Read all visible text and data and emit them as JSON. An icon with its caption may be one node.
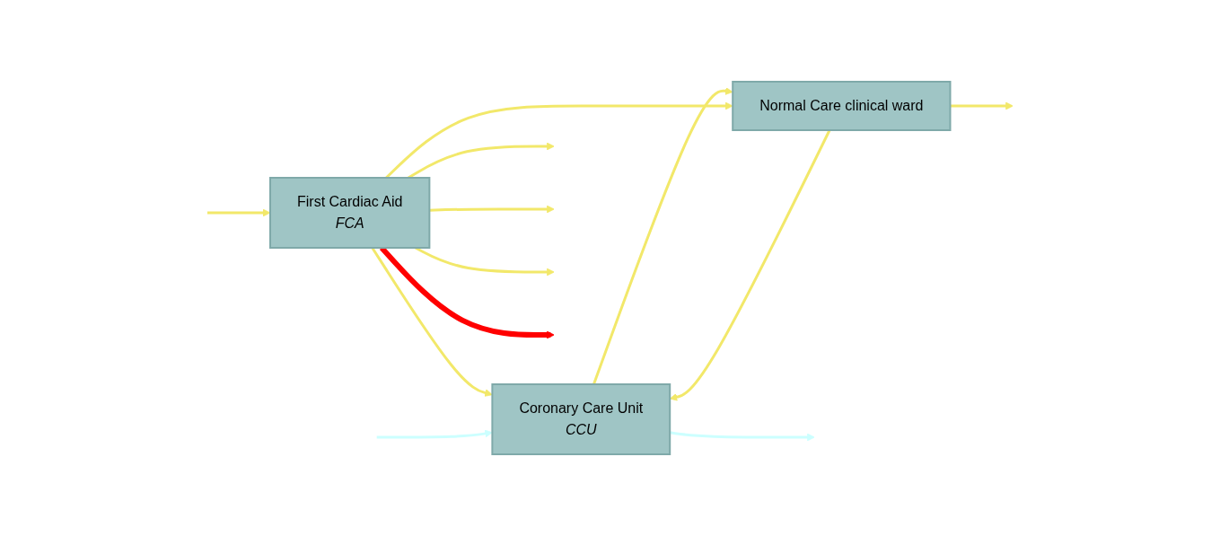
{
  "diagram": {
    "nodes": [
      {
        "text": [
          "First Cardiac Aid",
          "FCA"
        ]
      },
      {
        "text": [
          "Coronary Care Unit",
          "CCU"
        ]
      },
      {
        "text": [
          "Normal Care clinical ward"
        ]
      }
    ],
    "edges": [
      {
        "from": null,
        "to": 0,
        "arrow": "to"
      },
      {
        "from": 0,
        "to": 1,
        "arrow": "to"
      },
      {
        "from": 1,
        "to": 2,
        "arrow": "to"
      },
      {
        "from": 2,
        "to": null,
        "arrow": "to"
      },
      {
        "from": 2,
        "to": 1,
        "arrow": "to"
      },
      {
        "from": 0,
        "to": 2,
        "arrow": "to"
      },
      {
        "from": 0,
        "to": null,
        "arrow": "to"
      },
      {
        "from": 0,
        "to": null,
        "arrow": "to"
      },
      {
        "from": 0,
        "to": null,
        "arrow": "to"
      },
      {
        "from": null,
        "to": 1,
        "arrow": "to",
        "color": "#ccffff"
      },
      {
        "from": 1,
        "to": null,
        "arrow": "to",
        "color": "#ccffff"
      },
      {
        "from": 0,
        "to": null,
        "arrow": "to",
        "style": "thick",
        "color": "#ff0000"
      }
    ]
  }
}
